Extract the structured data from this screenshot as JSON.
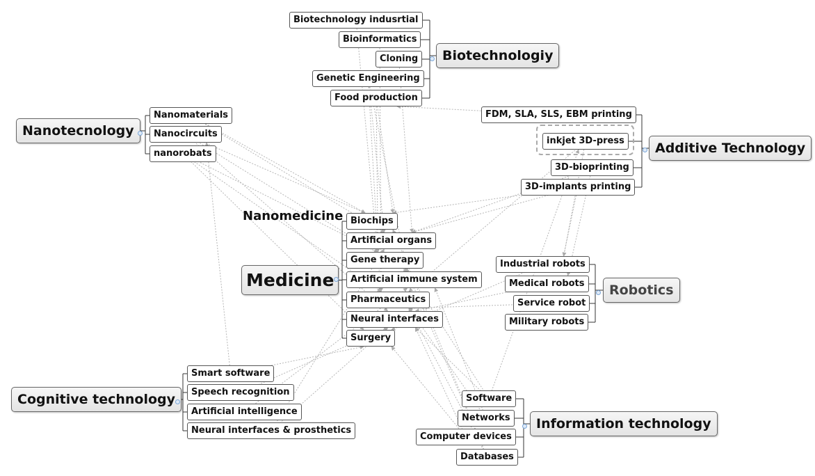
{
  "hubs": {
    "medicine": "Medicine",
    "biotechnology": "Biotechnologiy",
    "nanotechnology": "Nanotecnology",
    "additive": "Additive Technology",
    "robotics": "Robotics",
    "cognitive": "Cognitive technology",
    "information": "Information technology"
  },
  "nanomedicine_label": "Nanomedicine",
  "medicine_topics": {
    "biochips": "Biochips",
    "artificial_organs": "Artificial organs",
    "gene_therapy": "Gene therapy",
    "artificial_immune_system": "Artificial immune system",
    "pharmaceutics": "Pharmaceutics",
    "neural_interfaces": "Neural interfaces",
    "surgery": "Surgery"
  },
  "biotech_topics": {
    "industrial": "Biotechnology indusrtial",
    "bioinformatics": "Bioinformatics",
    "cloning": "Cloning",
    "genetic_engineering": "Genetic Engineering",
    "food_production": "Food production"
  },
  "nano_topics": {
    "nanomaterials": "Nanomaterials",
    "nanocircuits": "Nanocircuits",
    "nanorobats": "nanorobats"
  },
  "additive_topics": {
    "printing": "FDM, SLA, SLS, EBM printing",
    "inkjet": "inkjet 3D-press",
    "bioprinting": "3D-bioprinting",
    "implants": "3D-implants printing"
  },
  "robotics_topics": {
    "industrial": "Industrial robots",
    "medical": "Medical robots",
    "service": "Service robot",
    "military": "Military robots"
  },
  "cognitive_topics": {
    "smart_software": "Smart software",
    "speech": "Speech recognition",
    "ai": "Artificial intelligence",
    "neural_prosthetics": "Neural interfaces & prosthetics"
  },
  "it_topics": {
    "software": "Software",
    "networks": "Networks",
    "devices": "Computer devices",
    "databases": "Databases"
  },
  "colors": {
    "link": "#b5b5b5",
    "bracket": "#333333",
    "collapse_dot": "#7aa6d8"
  }
}
